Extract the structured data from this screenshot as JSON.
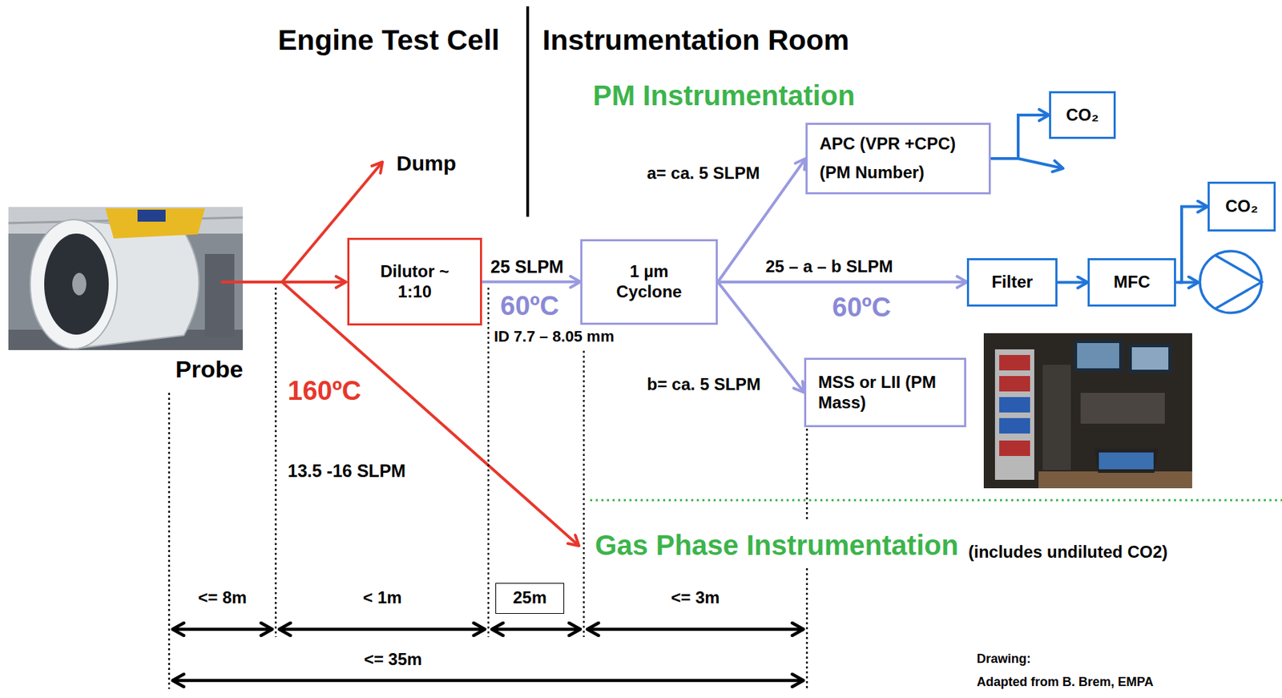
{
  "diagram": {
    "nodes": [
      {
        "text": [
          "CO₂"
        ]
      },
      {
        "text": [
          "APC (VPR +CPC)",
          "(PM Number)"
        ]
      },
      {
        "text": [
          "CO₂"
        ]
      },
      {
        "text": [
          "Dilutor ~ 1:10"
        ]
      },
      {
        "text": [
          "1 µm Cyclone"
        ]
      },
      {
        "text": [
          "Filter"
        ]
      },
      {
        "text": [
          "MFC"
        ]
      },
      {
        "text": [
          "MSS or LII (PM Mass)"
        ]
      },
      {
        "text": [
          "25m"
        ]
      }
    ],
    "edges": [
      {
        "from": 3,
        "to": 4,
        "arrow": "to",
        "label": "25 SLPM"
      },
      {
        "from": 4,
        "to": 1,
        "arrow": "to",
        "label": "a= ca. 5 SLPM"
      },
      {
        "from": 4,
        "to": 5,
        "arrow": "to",
        "label": "25 – a – b SLPM"
      },
      {
        "from": 4,
        "to": 7,
        "arrow": "to",
        "label": "b= ca. 5 SLPM"
      },
      {
        "from": 1,
        "to": 0,
        "arrow": "to"
      },
      {
        "from": 5,
        "to": 6,
        "arrow": "to"
      },
      {
        "from": 6,
        "to": 2,
        "arrow": "to"
      }
    ],
    "labels": [
      "Engine Test Cell",
      "Instrumentation Room",
      "PM Instrumentation",
      "Dump",
      "Probe",
      "60ºC",
      "ID 7.7 – 8.05 mm",
      "60ºC",
      "160ºC",
      "13.5 -16 SLPM",
      "Gas Phase Instrumentation",
      "(includes undiluted CO2)",
      "<= 8m",
      "< 1m",
      "<= 3m",
      "<= 35m",
      "Drawing:",
      "Adapted from B. Brem, EMPA"
    ]
  }
}
